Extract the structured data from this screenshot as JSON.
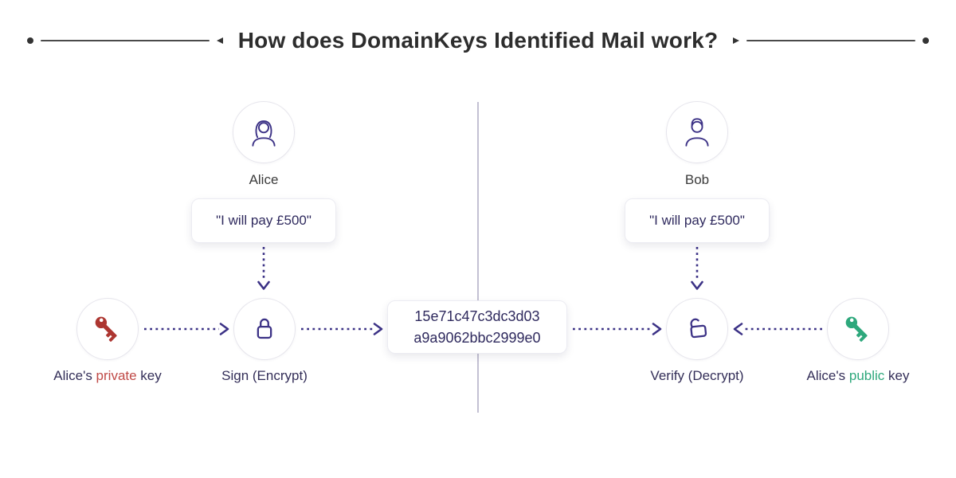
{
  "title": "How does DomainKeys Identified Mail work?",
  "alice": {
    "name": "Alice",
    "message": "\"I will pay £500\"",
    "sign_label": "Sign (Encrypt)",
    "key_label": {
      "prefix": "Alice's ",
      "highlight": "private",
      "suffix": " key"
    }
  },
  "bob": {
    "name": "Bob",
    "message": "\"I will pay £500\"",
    "verify_label": "Verify (Decrypt)",
    "key_label": {
      "prefix": "Alice's ",
      "highlight": "public",
      "suffix": " key"
    }
  },
  "hash": {
    "line1": "15e71c47c3dc3d03",
    "line2": "a9a9062bbc2999e0"
  },
  "icons": {
    "alice_avatar": "woman-avatar-icon",
    "bob_avatar": "man-avatar-icon",
    "sign": "closed-padlock-icon",
    "verify": "open-padlock-icon",
    "private_key": "red-key-icon",
    "public_key": "green-key-icon"
  },
  "colors": {
    "accent_indigo": "#3c3286",
    "private_red": "#ad3631",
    "public_green": "#2ea87c",
    "text_dark": "#2f2a5e",
    "divider": "#c3c0d2"
  }
}
